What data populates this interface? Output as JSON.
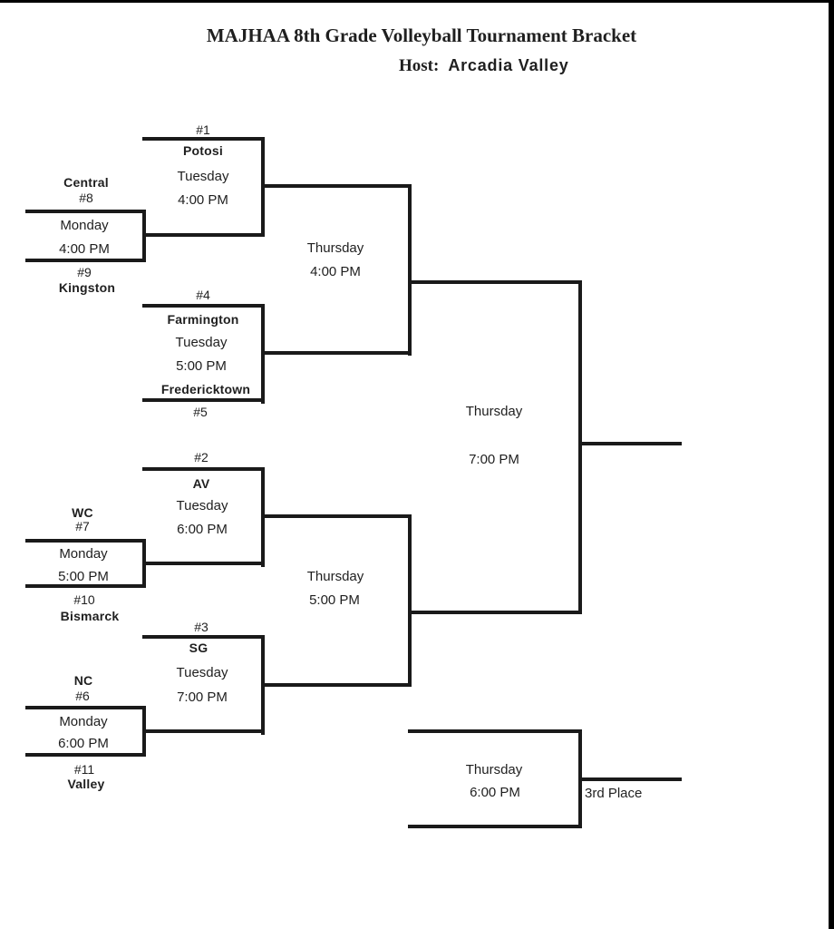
{
  "header": {
    "title": "MAJHAA 8th Grade Volleyball Tournament Bracket",
    "host_label": "Host:",
    "host_name": "Arcadia Valley"
  },
  "bracket": {
    "quarterfinals": {
      "g1": {
        "seed": "#1",
        "team": "Potosi",
        "day": "Tuesday",
        "time": "4:00 PM"
      },
      "g4": {
        "seed_top": "#4",
        "team_top": "Farmington",
        "day": "Tuesday",
        "time": "5:00 PM",
        "team_bottom": "Fredericktown",
        "seed_bottom": "#5"
      },
      "g2": {
        "seed": "#2",
        "team": "AV",
        "day": "Tuesday",
        "time": "6:00 PM"
      },
      "g3": {
        "seed": "#3",
        "team": "SG",
        "day": "Tuesday",
        "time": "7:00 PM"
      }
    },
    "play_ins": {
      "p89": {
        "team_top": "Central",
        "seed_top": "#8",
        "day": "Monday",
        "time": "4:00 PM",
        "seed_bottom": "#9",
        "team_bottom": "Kingston"
      },
      "p710": {
        "team_top": "WC",
        "seed_top": "#7",
        "day": "Monday",
        "time": "5:00 PM",
        "seed_bottom": "#10",
        "team_bottom": "Bismarck"
      },
      "p611": {
        "team_top": "NC",
        "seed_top": "#6",
        "day": "Monday",
        "time": "6:00 PM",
        "seed_bottom": "#11",
        "team_bottom": "Valley"
      }
    },
    "semifinals": {
      "sf1": {
        "day": "Thursday",
        "time": "4:00 PM"
      },
      "sf2": {
        "day": "Thursday",
        "time": "5:00 PM"
      }
    },
    "final": {
      "day": "Thursday",
      "time": "7:00 PM"
    },
    "third_place": {
      "day": "Thursday",
      "time": "6:00 PM",
      "label": "3rd Place"
    }
  },
  "colors": {
    "line": "#1a1a1a",
    "text": "#1f1f1f",
    "background": "#ffffff",
    "border_strip": "#000000"
  }
}
